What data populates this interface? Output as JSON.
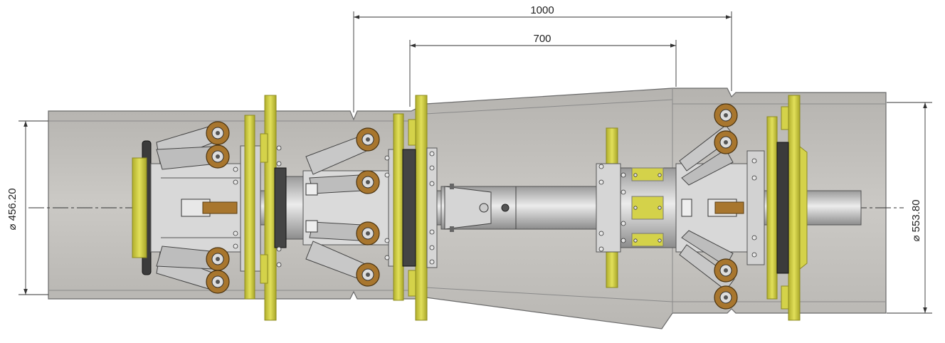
{
  "dimensions": {
    "length_outer": "1000",
    "length_inner": "700",
    "diameter_left": "⌀ 456.20",
    "diameter_right": "⌀ 553.80"
  },
  "colors": {
    "pipe_fill": "#c2c0bc",
    "pipe_edge": "#6a6a6a",
    "flange_yellow": "#d4d24a",
    "flange_yellow_dark": "#9e9c22",
    "wheel_bronze": "#a8762e",
    "steel": "#cfcfcf",
    "dark_steel": "#3b3b3b"
  }
}
